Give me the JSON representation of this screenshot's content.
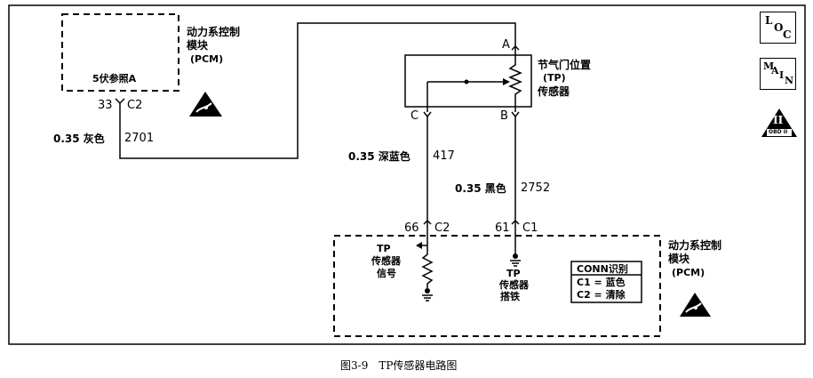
{
  "pcm_top": {
    "title_line1": "动力系控制",
    "title_line2": "模块",
    "title_line3": "(PCM)",
    "ref_label": "5伏参照A",
    "pin": "33",
    "connector": "C2"
  },
  "wire_gray": {
    "gauge_color": "0.35 灰色",
    "circuit": "2701"
  },
  "tp_sensor": {
    "title_line1": "节气门位置",
    "title_line2": "(TP)",
    "title_line3": "传感器",
    "terminal_a": "A",
    "terminal_b": "B",
    "terminal_c": "C"
  },
  "wire_blue": {
    "gauge_color": "0.35 深蓝色",
    "circuit": "417"
  },
  "wire_black": {
    "gauge_color": "0.35 黑色",
    "circuit": "2752"
  },
  "pcm_bottom": {
    "title_line1": "动力系控制",
    "title_line2": "模块",
    "title_line3": "(PCM)",
    "pin_signal": "66",
    "conn_signal": "C2",
    "pin_ground": "61",
    "conn_ground": "C1",
    "signal_label_line1": "TP",
    "signal_label_line2": "传感器",
    "signal_label_line3": "信号",
    "ground_label_line1": "TP",
    "ground_label_line2": "传感器",
    "ground_label_line3": "搭铁"
  },
  "conn_id": {
    "header": "CONN识别",
    "row1": "C1 = 蓝色",
    "row2": "C2 = 清除"
  },
  "badges": {
    "loc_l": "L",
    "loc_o": "O",
    "loc_c": "C",
    "main_m": "M",
    "main_a": "A",
    "main_i": "I",
    "main_n": "N",
    "obd_numeral": "II",
    "obd_text": "OBD II"
  },
  "caption": "图3-9　TP传感器电路图"
}
